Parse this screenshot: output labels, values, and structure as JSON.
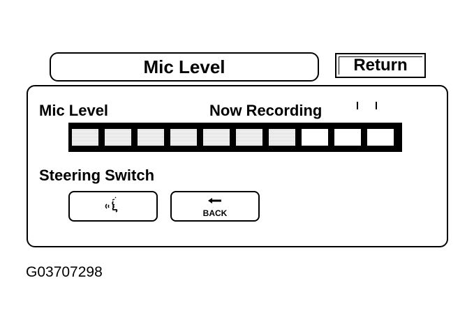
{
  "header": {
    "title": "Mic Level",
    "return_label": "Return"
  },
  "panel": {
    "mic_level_label": "Mic Level",
    "recording_status": "Now Recording",
    "meter": {
      "segments_total": 10,
      "level": 0.7
    },
    "steering_label": "Steering Switch",
    "buttons": {
      "voice_icon": "voice-talk-icon",
      "back_icon": "back-arrow-icon",
      "back_label": "BACK"
    }
  },
  "caption": "G03707298"
}
